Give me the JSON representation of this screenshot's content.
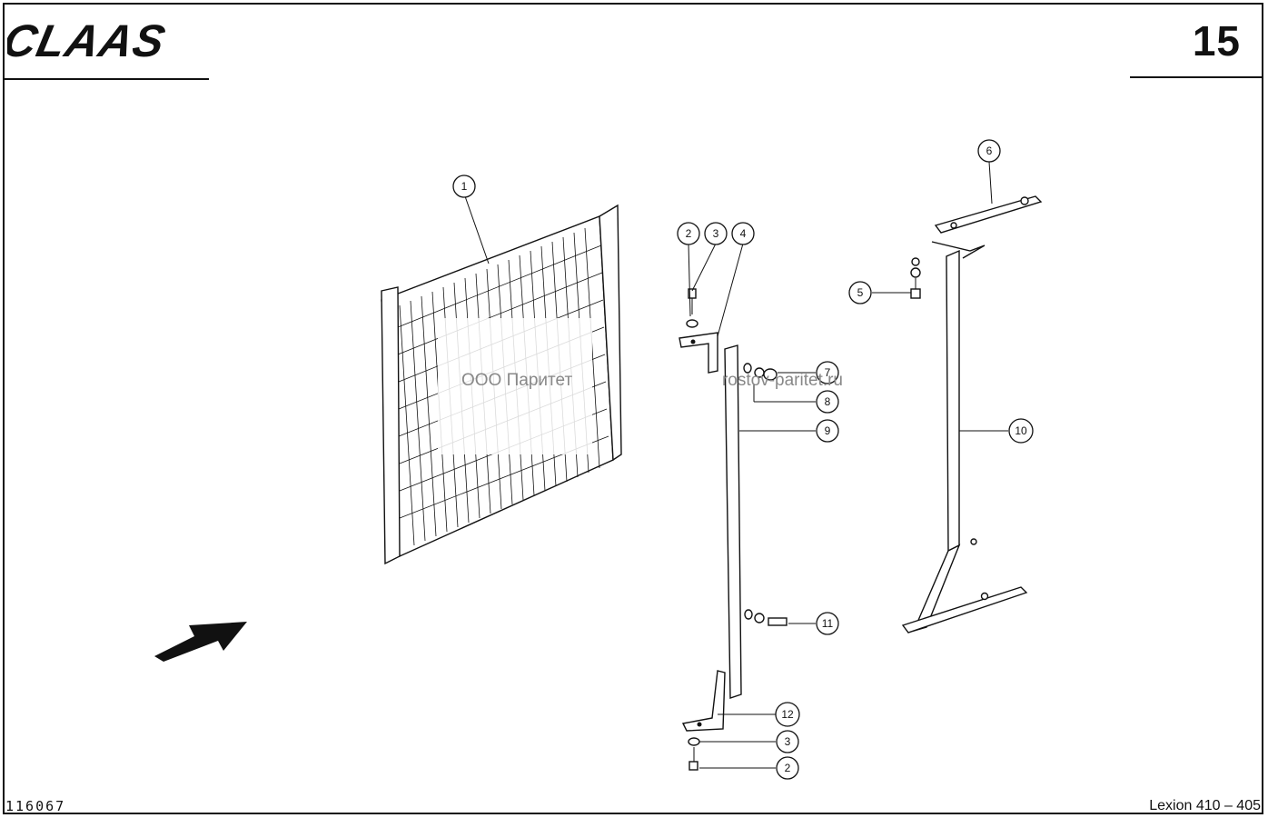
{
  "header": {
    "brand": "CLAAS",
    "page_number": "15"
  },
  "footer": {
    "doc_number": "116067",
    "model": "Lexion 410 – 405"
  },
  "watermark": {
    "left": "ООО Паритет",
    "right": "rostov-paritet.ru"
  },
  "callouts": [
    {
      "id": "c1",
      "label": "1"
    },
    {
      "id": "c2a",
      "label": "2"
    },
    {
      "id": "c3a",
      "label": "3"
    },
    {
      "id": "c4",
      "label": "4"
    },
    {
      "id": "c5",
      "label": "5"
    },
    {
      "id": "c6",
      "label": "6"
    },
    {
      "id": "c7",
      "label": "7"
    },
    {
      "id": "c8",
      "label": "8"
    },
    {
      "id": "c9",
      "label": "9"
    },
    {
      "id": "c10",
      "label": "10"
    },
    {
      "id": "c11",
      "label": "11"
    },
    {
      "id": "c12",
      "label": "12"
    },
    {
      "id": "c3b",
      "label": "3"
    },
    {
      "id": "c2b",
      "label": "2"
    }
  ],
  "colors": {
    "ink": "#111111",
    "paper": "#ffffff",
    "watermark": "#888888"
  }
}
